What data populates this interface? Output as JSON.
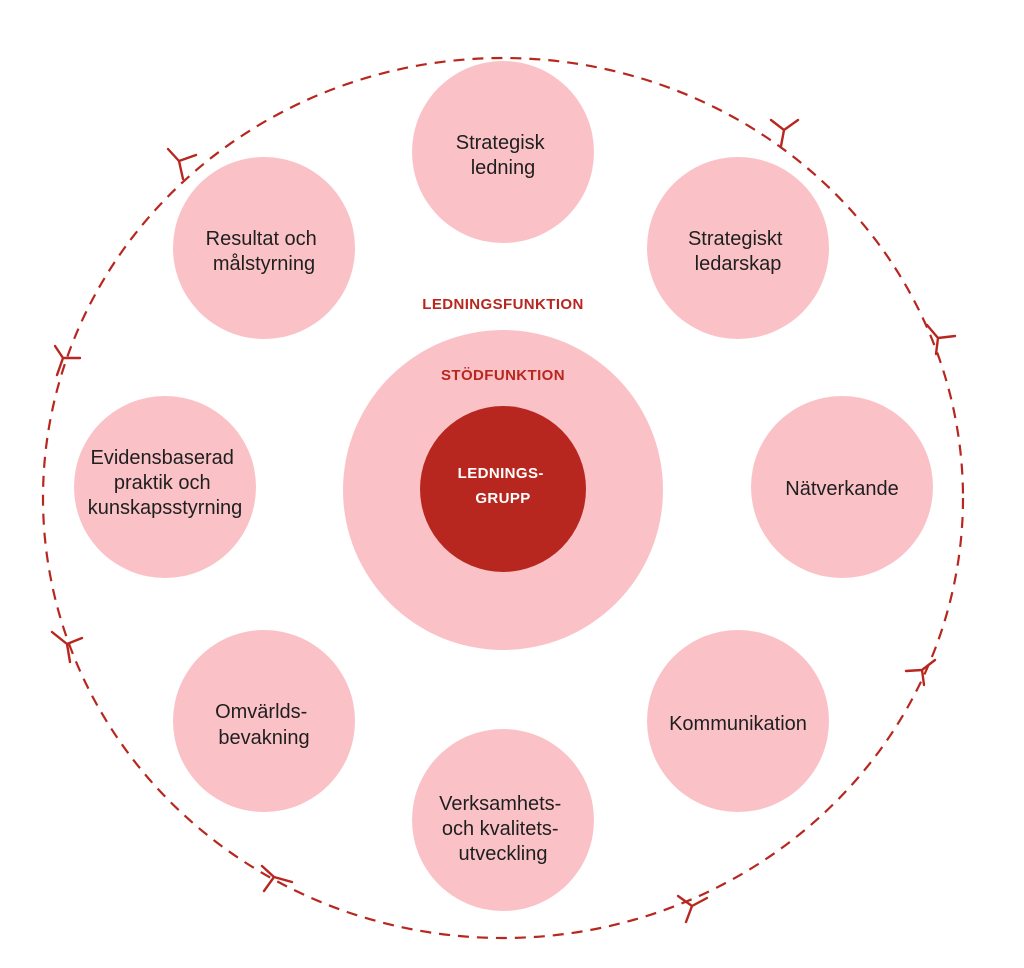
{
  "diagram": {
    "headings": {
      "ledningsfunktion": "LEDNINGSFUNKTION",
      "stodfunktion": "STÖDFUNKTION"
    },
    "center": {
      "line1": "LEDNINGS-",
      "line2": "GRUPP"
    },
    "nodes": [
      {
        "id": "strategisk-ledning",
        "lines": [
          "Strategisk",
          "ledning"
        ]
      },
      {
        "id": "strategiskt-ledarskap",
        "lines": [
          "Strategiskt",
          "ledarskap"
        ]
      },
      {
        "id": "natverkande",
        "lines": [
          "Nätverkande"
        ]
      },
      {
        "id": "kommunikation",
        "lines": [
          "Kommunikation"
        ]
      },
      {
        "id": "verksamhets-och-kvalitetsutveckling",
        "lines": [
          "Verksamhets-",
          "och kvalitets-",
          "utveckling"
        ]
      },
      {
        "id": "omvarldsbevakning",
        "lines": [
          "Omvärlds-",
          "bevakning"
        ]
      },
      {
        "id": "evidensbaserad-praktik",
        "lines": [
          "Evidensbaserad",
          "praktik och",
          "kunskapsstyrning"
        ]
      },
      {
        "id": "resultat-och-malstyrning",
        "lines": [
          "Resultat och",
          "målstyrning"
        ]
      }
    ],
    "cycle": {
      "direction": "clockwise",
      "style": "dashed"
    },
    "colors": {
      "node_fill": "#fac2c7",
      "center_fill": "#b7271f",
      "accent": "#b7271f",
      "text": "#1f1f1f"
    }
  }
}
